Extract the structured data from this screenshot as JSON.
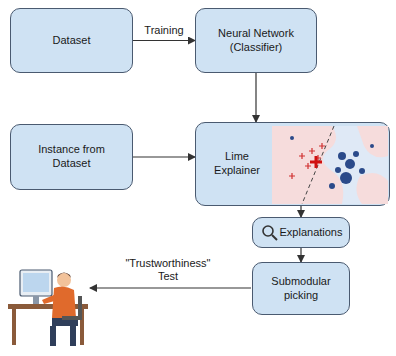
{
  "diagram": {
    "nodes": [
      {
        "text": [
          "Dataset"
        ]
      },
      {
        "text": [
          "Neural Network (Classifier)"
        ]
      },
      {
        "text": [
          "Instance from Dataset"
        ]
      },
      {
        "text": [
          "Lime Explainer"
        ]
      },
      {
        "text": [
          "Explanations"
        ]
      },
      {
        "text": [
          "Submodular picking"
        ]
      }
    ],
    "edges": [
      {
        "from": 0,
        "to": 1,
        "arrow": "to",
        "label": "Training"
      },
      {
        "from": 1,
        "to": 3,
        "arrow": "to"
      },
      {
        "from": 2,
        "to": 3,
        "arrow": "to"
      },
      {
        "from": 3,
        "to": 4,
        "arrow": "to"
      },
      {
        "from": 4,
        "to": 5,
        "arrow": "to"
      }
    ],
    "labels": [
      "\"Trustworthiness\" Test"
    ]
  }
}
